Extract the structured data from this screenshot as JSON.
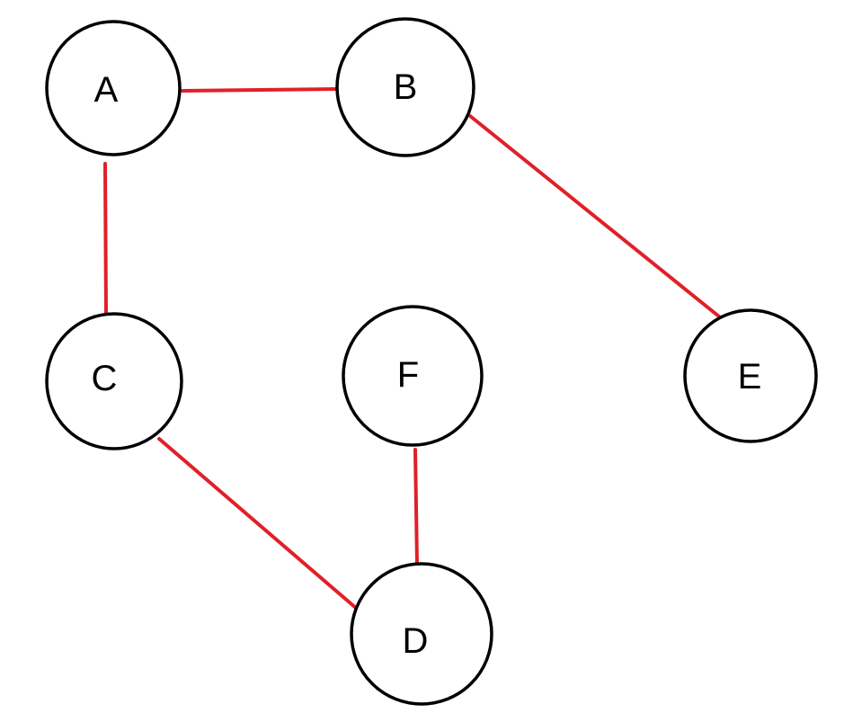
{
  "colors": {
    "edge": "#e0202a",
    "node_stroke": "#000000",
    "node_fill": "#ffffff",
    "background": "#ffffff"
  },
  "nodes": [
    {
      "id": "A",
      "label": "A"
    },
    {
      "id": "B",
      "label": "B"
    },
    {
      "id": "C",
      "label": "C"
    },
    {
      "id": "D",
      "label": "D"
    },
    {
      "id": "E",
      "label": "E"
    },
    {
      "id": "F",
      "label": "F"
    }
  ],
  "edges": [
    {
      "from": "A",
      "to": "B"
    },
    {
      "from": "A",
      "to": "C"
    },
    {
      "from": "B",
      "to": "E"
    },
    {
      "from": "C",
      "to": "D"
    },
    {
      "from": "F",
      "to": "D"
    }
  ]
}
